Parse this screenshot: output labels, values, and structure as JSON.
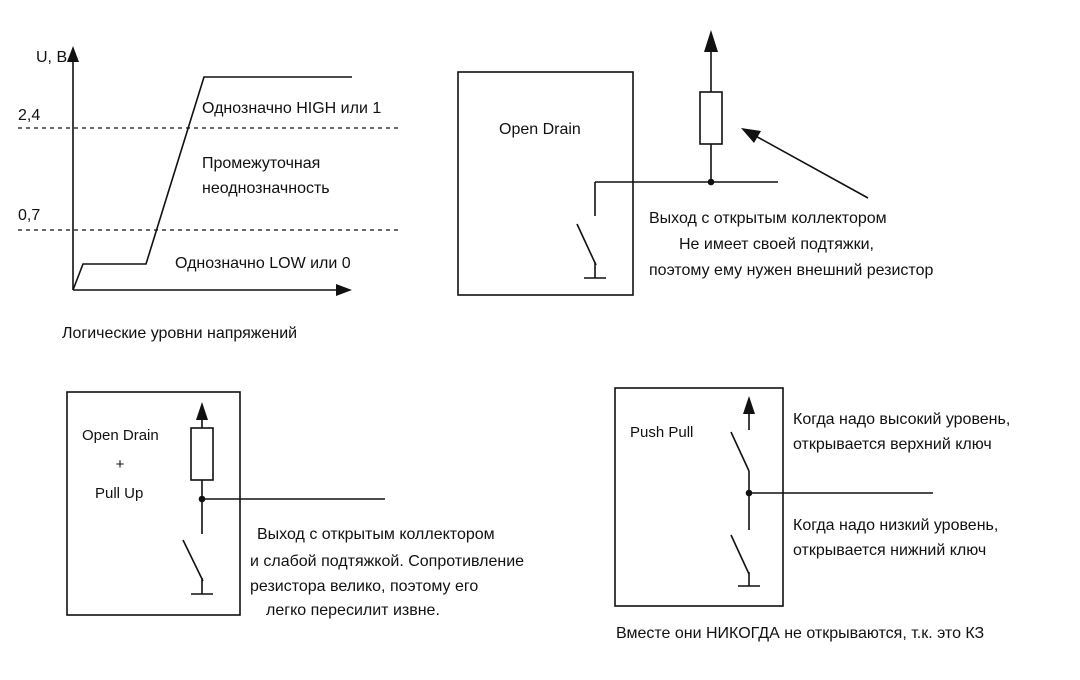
{
  "colors": {
    "line": "#111111",
    "background": "#ffffff"
  },
  "voltage_panel": {
    "axis_label": "U, В",
    "level_high": "2,4",
    "level_low": "0,7",
    "zone_high": "Однозначно HIGH  или 1",
    "zone_mid_line1": "Промежуточная",
    "zone_mid_line2": "неоднозначность",
    "zone_low": "Однозначно LOW или 0",
    "caption": "Логические уровни напряжений"
  },
  "open_drain_panel": {
    "title": "Open Drain",
    "note_title": "Выход с открытым коллектором",
    "note_line1": "Не имеет своей подтяжки,",
    "note_line2": "поэтому ему нужен внешний резистор"
  },
  "pullup_panel": {
    "title_line1": "Open Drain",
    "title_plus": "+",
    "title_line2": "Pull Up",
    "note_line1": "Выход с открытым коллектором",
    "note_line2": "и слабой подтяжкой. Сопротивление",
    "note_line3": "резистора велико, поэтому его",
    "note_line4": "легко пересилит извне."
  },
  "push_pull_panel": {
    "title": "Push Pull",
    "high_line1": "Когда надо высокий уровень,",
    "high_line2": "открывается верхний ключ",
    "low_line1": "Когда надо низкий уровень,",
    "low_line2": "открывается нижний ключ",
    "footer": "Вместе они НИКОГДА не открываются, т.к. это КЗ"
  }
}
